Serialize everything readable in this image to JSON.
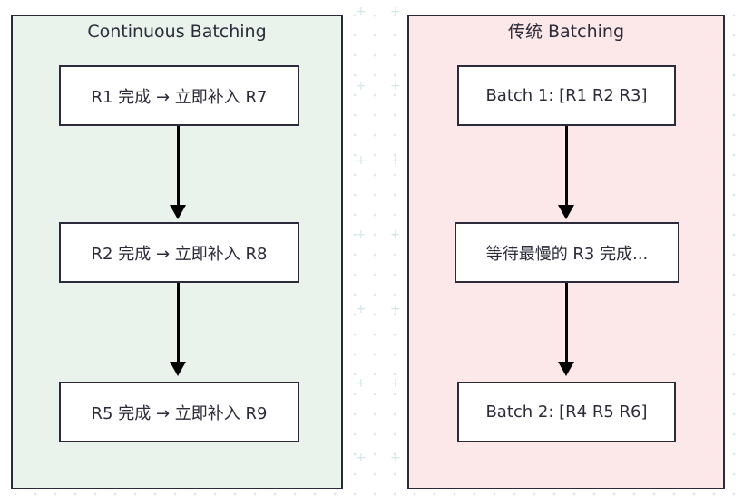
{
  "panels": {
    "continuous": {
      "title": "Continuous Batching",
      "nodes": [
        "R1 完成 → 立即补入 R7",
        "R2 完成 → 立即补入 R8",
        "R5 完成 → 立即补入 R9"
      ]
    },
    "traditional": {
      "title": "传统 Batching",
      "nodes": [
        "Batch 1: [R1 R2 R3]",
        "等待最慢的 R3 完成...",
        "Batch 2: [R4 R5 R6]"
      ]
    }
  },
  "colors": {
    "continuous_fill": "#e9f3ec",
    "traditional_fill": "#fce8e8",
    "border": "#2c2b3d",
    "arrow": "#000000"
  }
}
